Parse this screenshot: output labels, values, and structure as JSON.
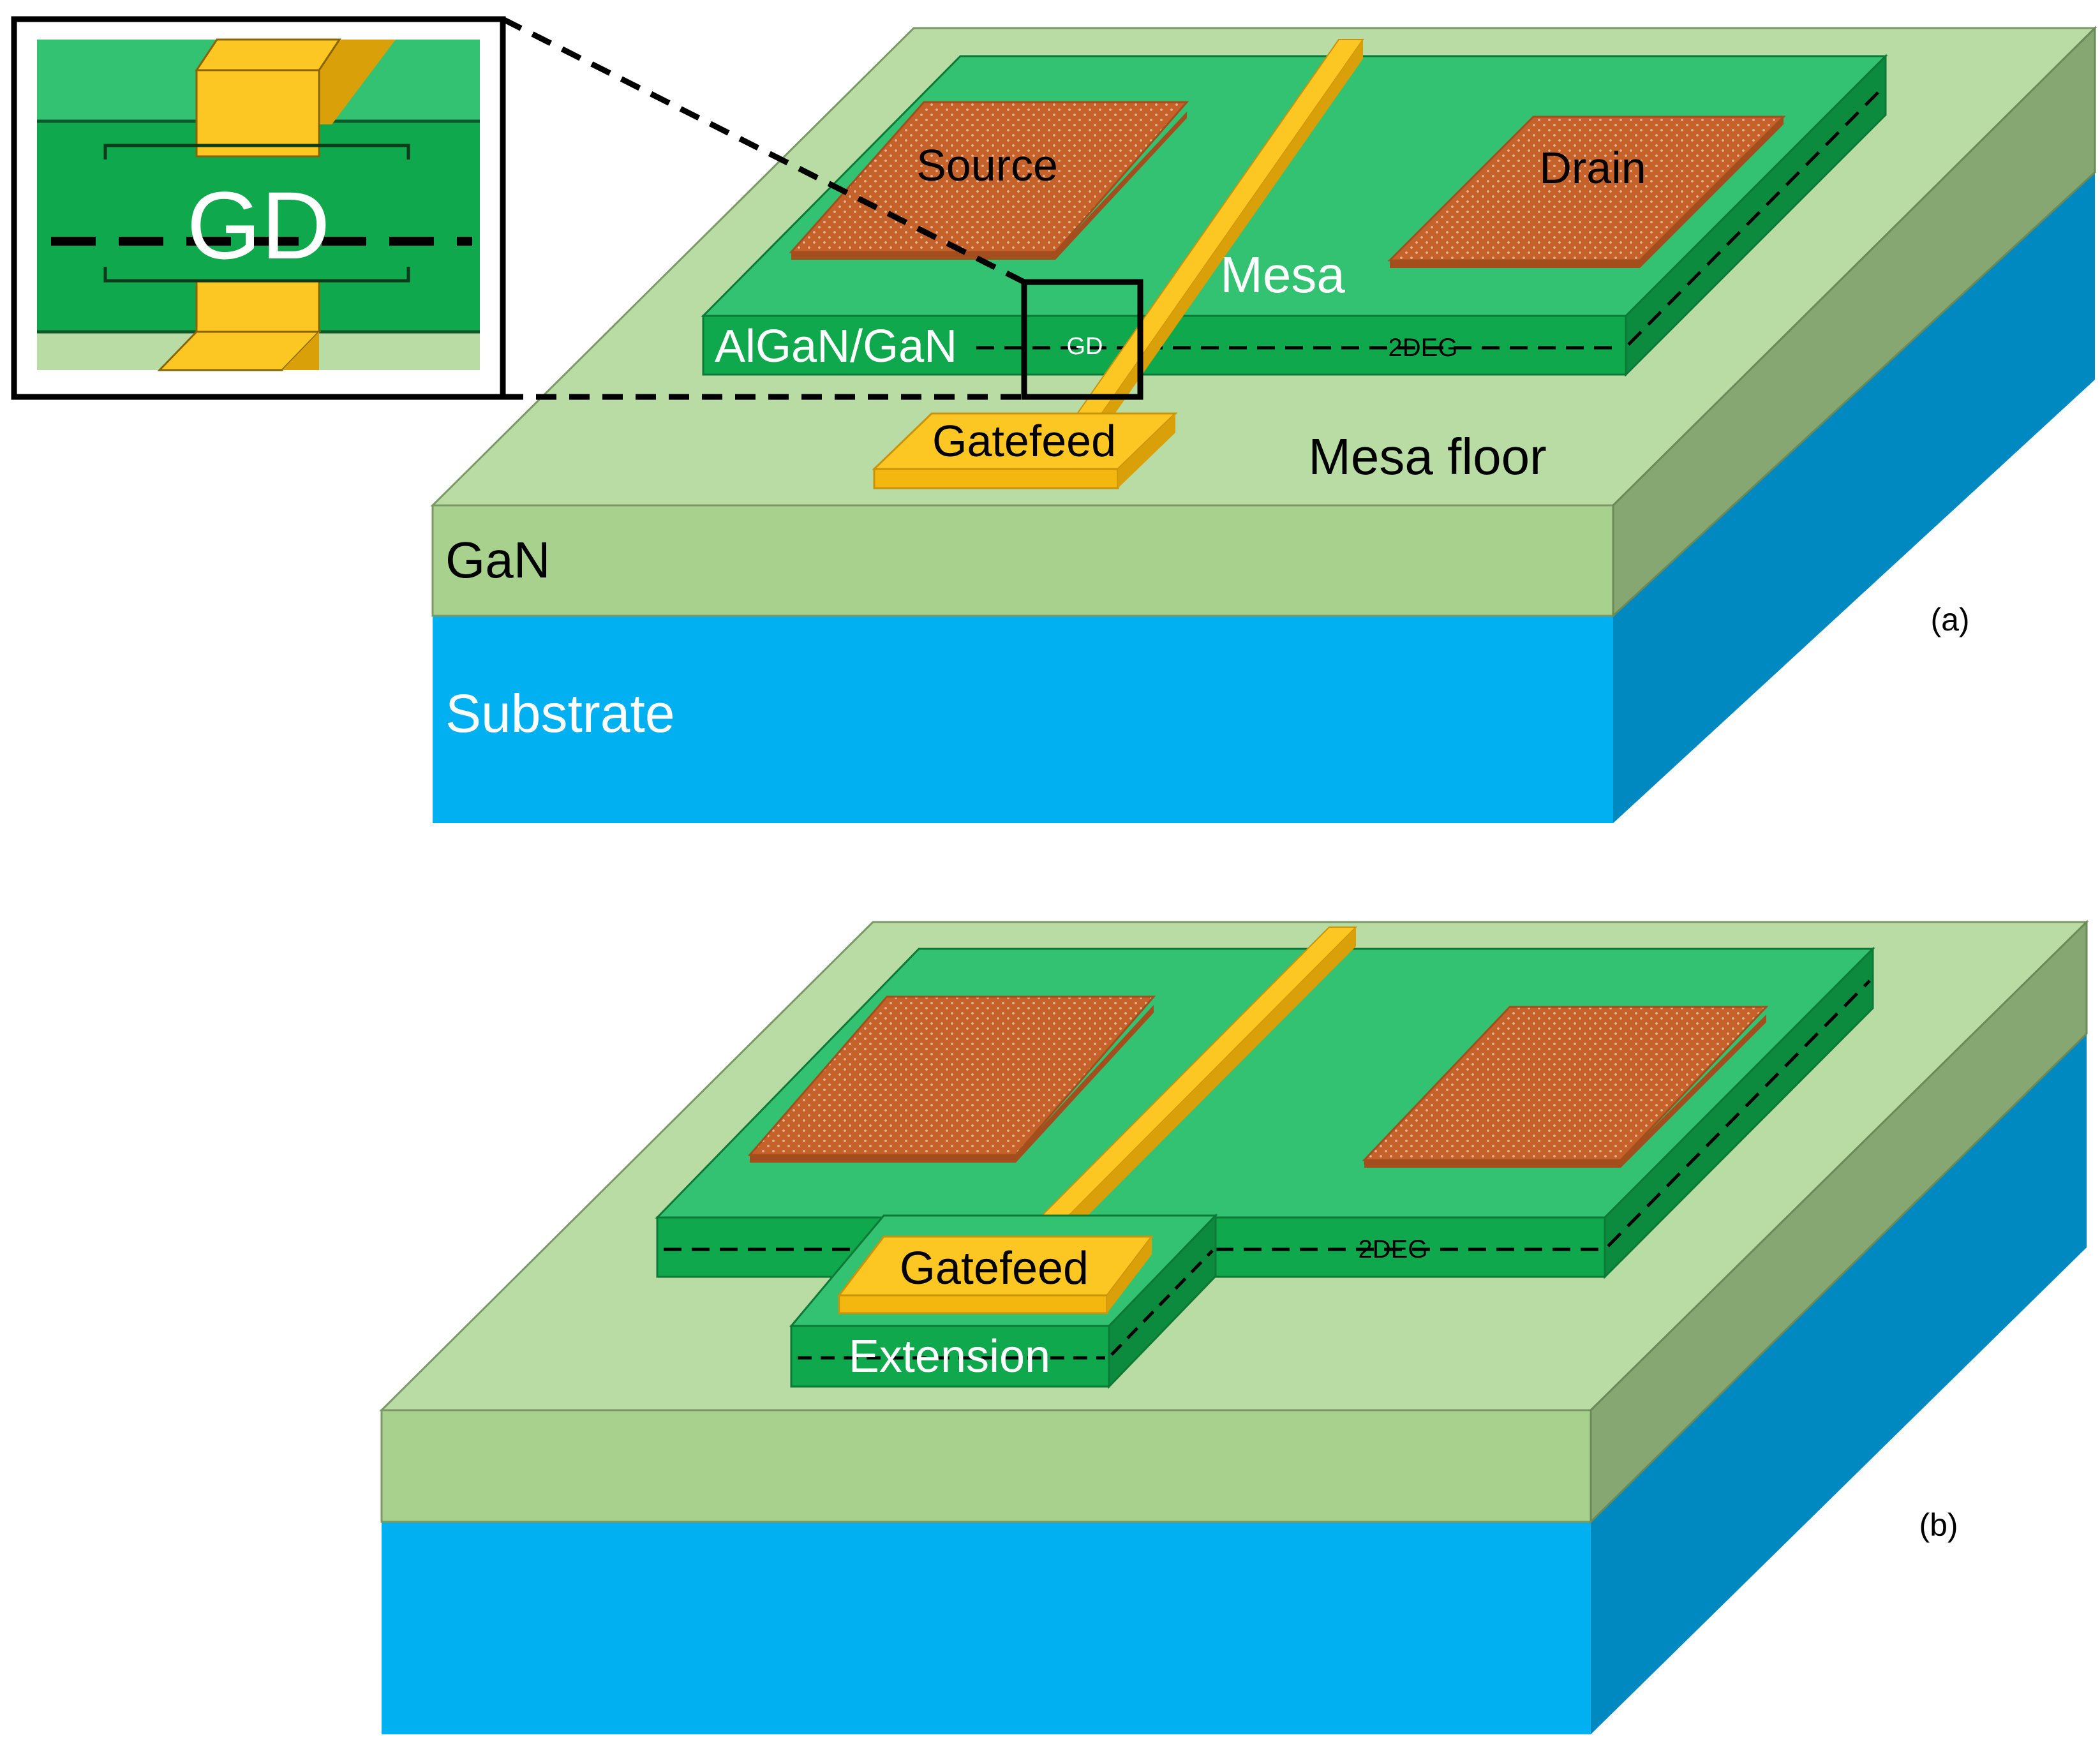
{
  "colors": {
    "gan_top": "#b9dba4",
    "gan_front": "#a9d18e",
    "gan_side": "#86a772",
    "substrate_front": "#00b0f0",
    "substrate_side": "#0089c0",
    "mesa_top": "#33c172",
    "mesa_front": "#0fa84c",
    "mesa_side": "#0c8a3e",
    "metal_top": "#c5622a",
    "metal_edge": "#a34e1c",
    "gate_top": "#fdc723",
    "gate_side": "#d9a009",
    "label_white": "#ffffff",
    "label_black": "#000000",
    "dashed_line": "#000000"
  },
  "panel_a": {
    "tag": "(a)",
    "labels": {
      "source": "Source",
      "drain": "Drain",
      "mesa": "Mesa",
      "mesa_floor": "Mesa floor",
      "heterostructure": "AlGaN/GaN",
      "gan_layer": "GaN",
      "substrate": "Substrate",
      "gatefeed": "Gatefeed",
      "gd_marker": "GD",
      "twodeg": "2DEG"
    },
    "inset": {
      "label": "GD"
    }
  },
  "panel_b": {
    "tag": "(b)",
    "labels": {
      "gatefeed": "Gatefeed",
      "extension": "Extension",
      "twodeg": "2DEG"
    }
  }
}
